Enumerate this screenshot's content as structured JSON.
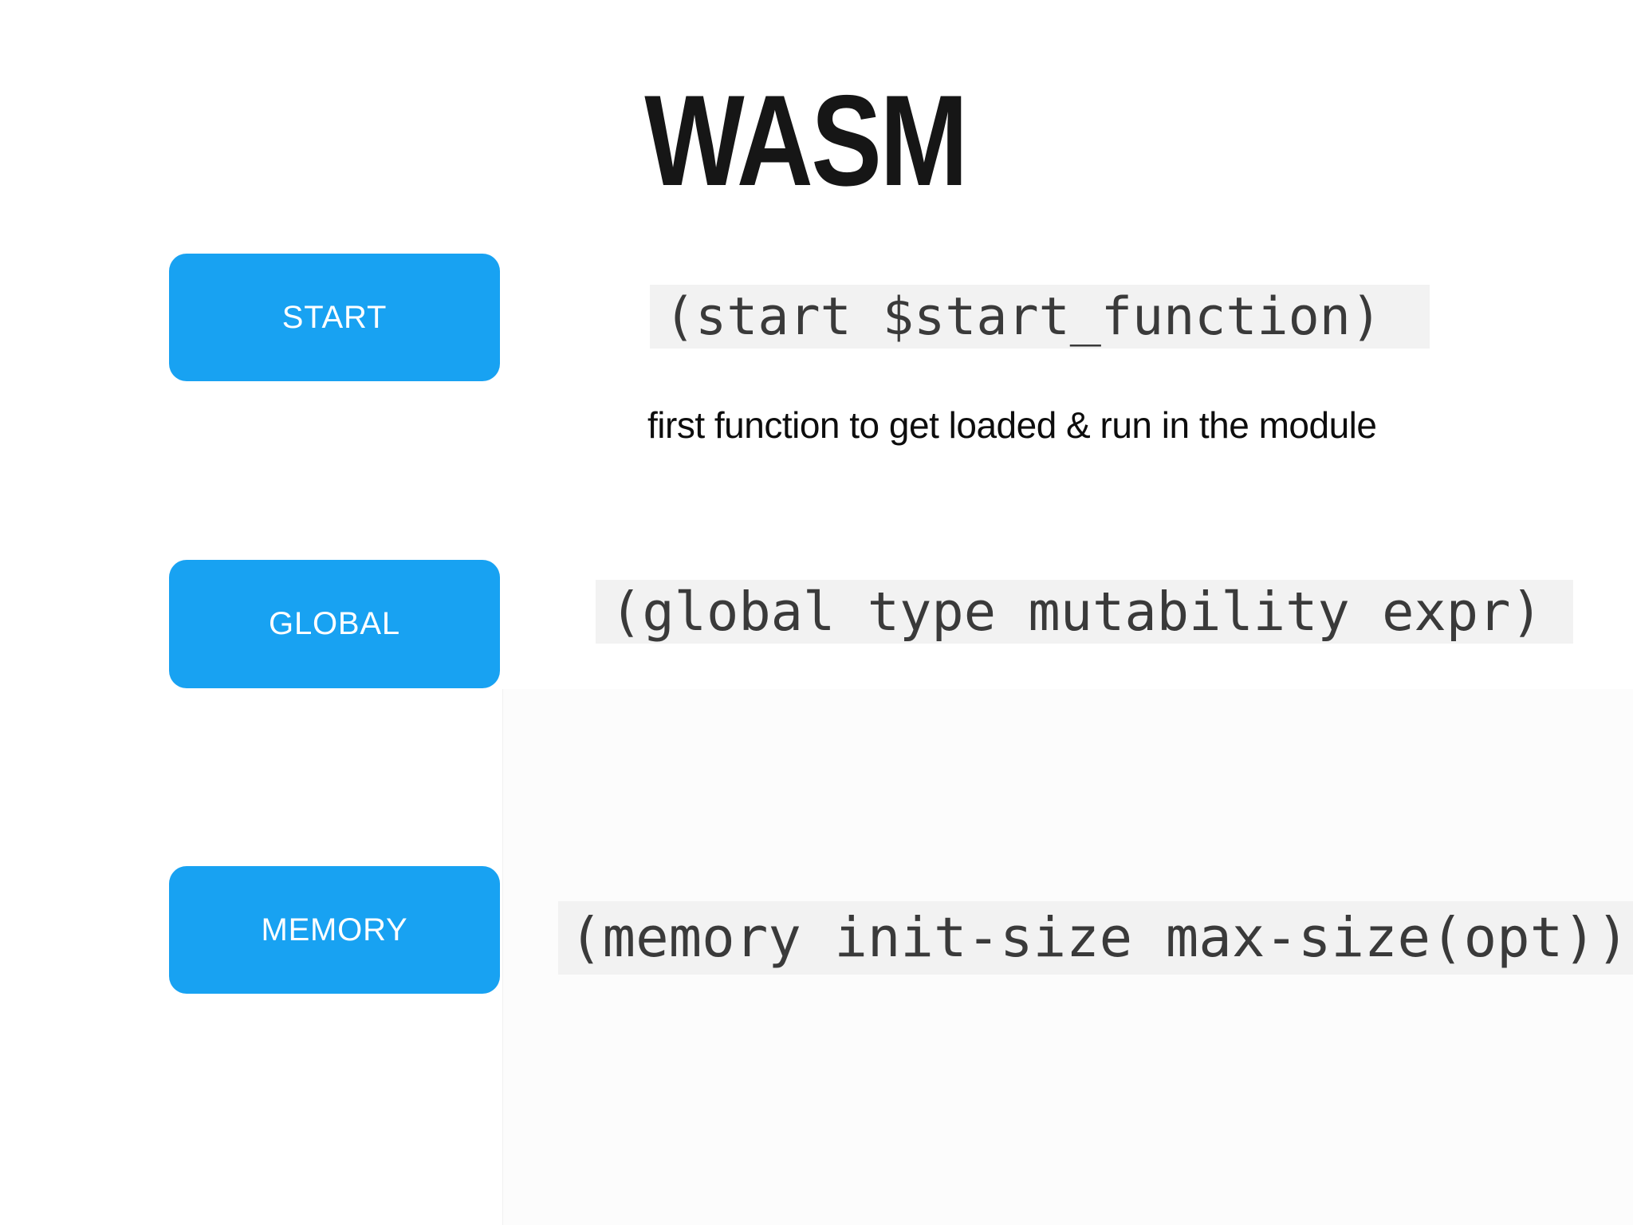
{
  "title": "WASM",
  "colors": {
    "accent": "#18a2f2",
    "code_bg": "#f2f2f2",
    "code_text": "#3a3a3a",
    "page_bg": "#ffffff",
    "panel_bg": "#fcfcfc"
  },
  "rows": [
    {
      "label": "START",
      "code": "(start $start_function)",
      "note": "first function to get loaded & run in the module"
    },
    {
      "label": "GLOBAL",
      "code": "(global type mutability expr)"
    },
    {
      "label": "MEMORY",
      "code": "(memory init-size max-size(opt))"
    }
  ]
}
